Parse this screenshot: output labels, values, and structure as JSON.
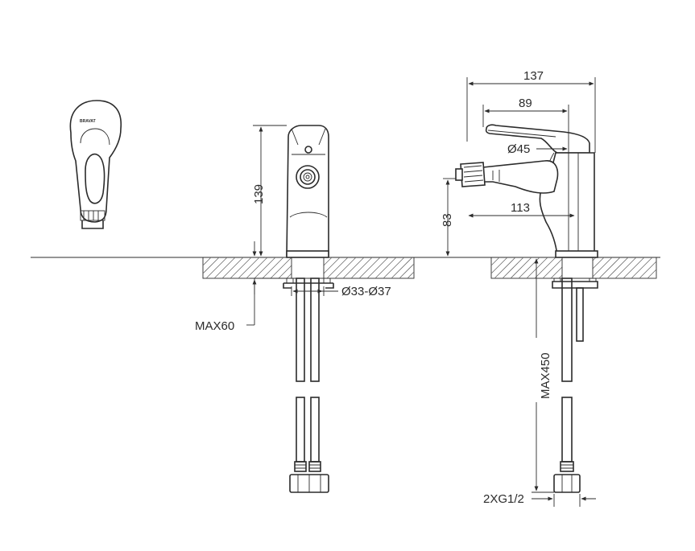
{
  "dimensions": {
    "width_total": "137",
    "width_handle": "89",
    "handle_diameter": "Ø45",
    "spout_reach": "113",
    "spout_height": "83",
    "height": "139",
    "hole_diameter": "Ø33-Ø37",
    "max_thickness": "MAX60",
    "hose_length": "MAX450",
    "connection": "2XG1/2"
  },
  "logo": "BRAVAT",
  "colors": {
    "line": "#2b2b2b",
    "hatch": "#6a6a6a",
    "background": "#ffffff"
  }
}
